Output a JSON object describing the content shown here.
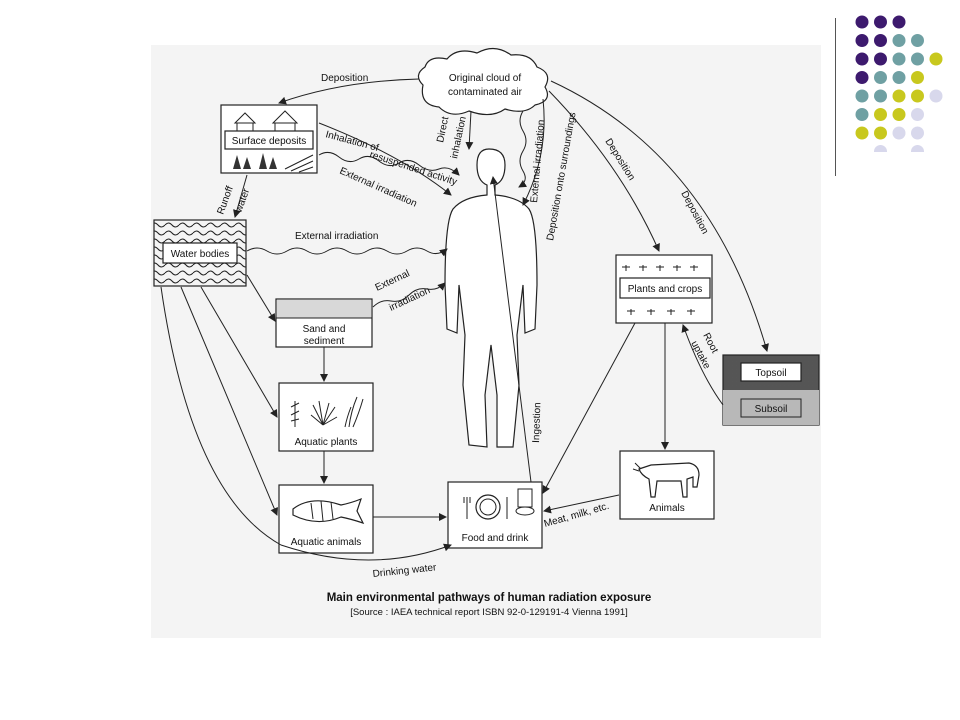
{
  "decor": {
    "dot_colors": {
      "purple": "#3d1a6e",
      "teal": "#6fa0a3",
      "olive": "#c8c81e",
      "lavender": "#d8d8ec"
    }
  },
  "diagram": {
    "nodes": {
      "cloud": [
        "Original cloud of",
        "contaminated air"
      ],
      "surface": "Surface deposits",
      "water": "Water bodies",
      "sand": [
        "Sand and",
        "sediment"
      ],
      "aquatic_plants": "Aquatic plants",
      "aquatic_animals": "Aquatic animals",
      "food": "Food and drink",
      "animals": "Animals",
      "plants": "Plants and crops",
      "topsoil": "Topsoil",
      "subsoil": "Subsoil"
    },
    "edges": {
      "deposition_left": "Deposition",
      "inhalation_of": "Inhalation of",
      "resuspended": "resuspended activity",
      "ext_irr_surface": "External irradiation",
      "direct": "Direct",
      "inhalation": "inhalation",
      "ext_irr_cloud": "External irradiation",
      "deposition_onto": "Deposition onto surroundings",
      "deposition_plants": "Deposition",
      "deposition_soil": "Deposition",
      "runoff": "Runoff",
      "water_word": "water",
      "ext_irr_water": "External irradiation",
      "external": "External",
      "irradiation": "irradiation",
      "root": "Root",
      "uptake": "uptake",
      "ingestion": "Ingestion",
      "meat": "Meat, milk, etc.",
      "drinking": "Drinking water"
    },
    "caption": {
      "title": "Main environmental pathways of human radiation exposure",
      "source": "[Source : IAEA technical report ISBN 92-0-129191-4 Vienna 1991]"
    }
  }
}
